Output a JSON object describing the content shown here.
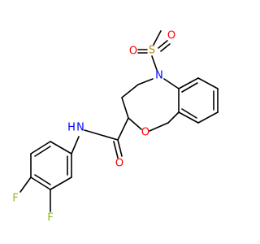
{
  "atoms": {
    "sulfur": "S",
    "oxygen_sulfonyl_top": "O",
    "oxygen_sulfonyl_bottom": "O",
    "nitrogen_ring": "N",
    "oxygen_ring": "O",
    "oxygen_carbonyl": "O",
    "nitrogen_amide": "N",
    "hydrogen_amide": "H",
    "fluorine_a": "F",
    "fluorine_b": "F"
  },
  "colors": {
    "bond": "#000000",
    "sulfur": "#b8860b",
    "oxygen": "#ff0000",
    "nitrogen": "#0000ff",
    "fluorine": "#8fbc1f"
  }
}
